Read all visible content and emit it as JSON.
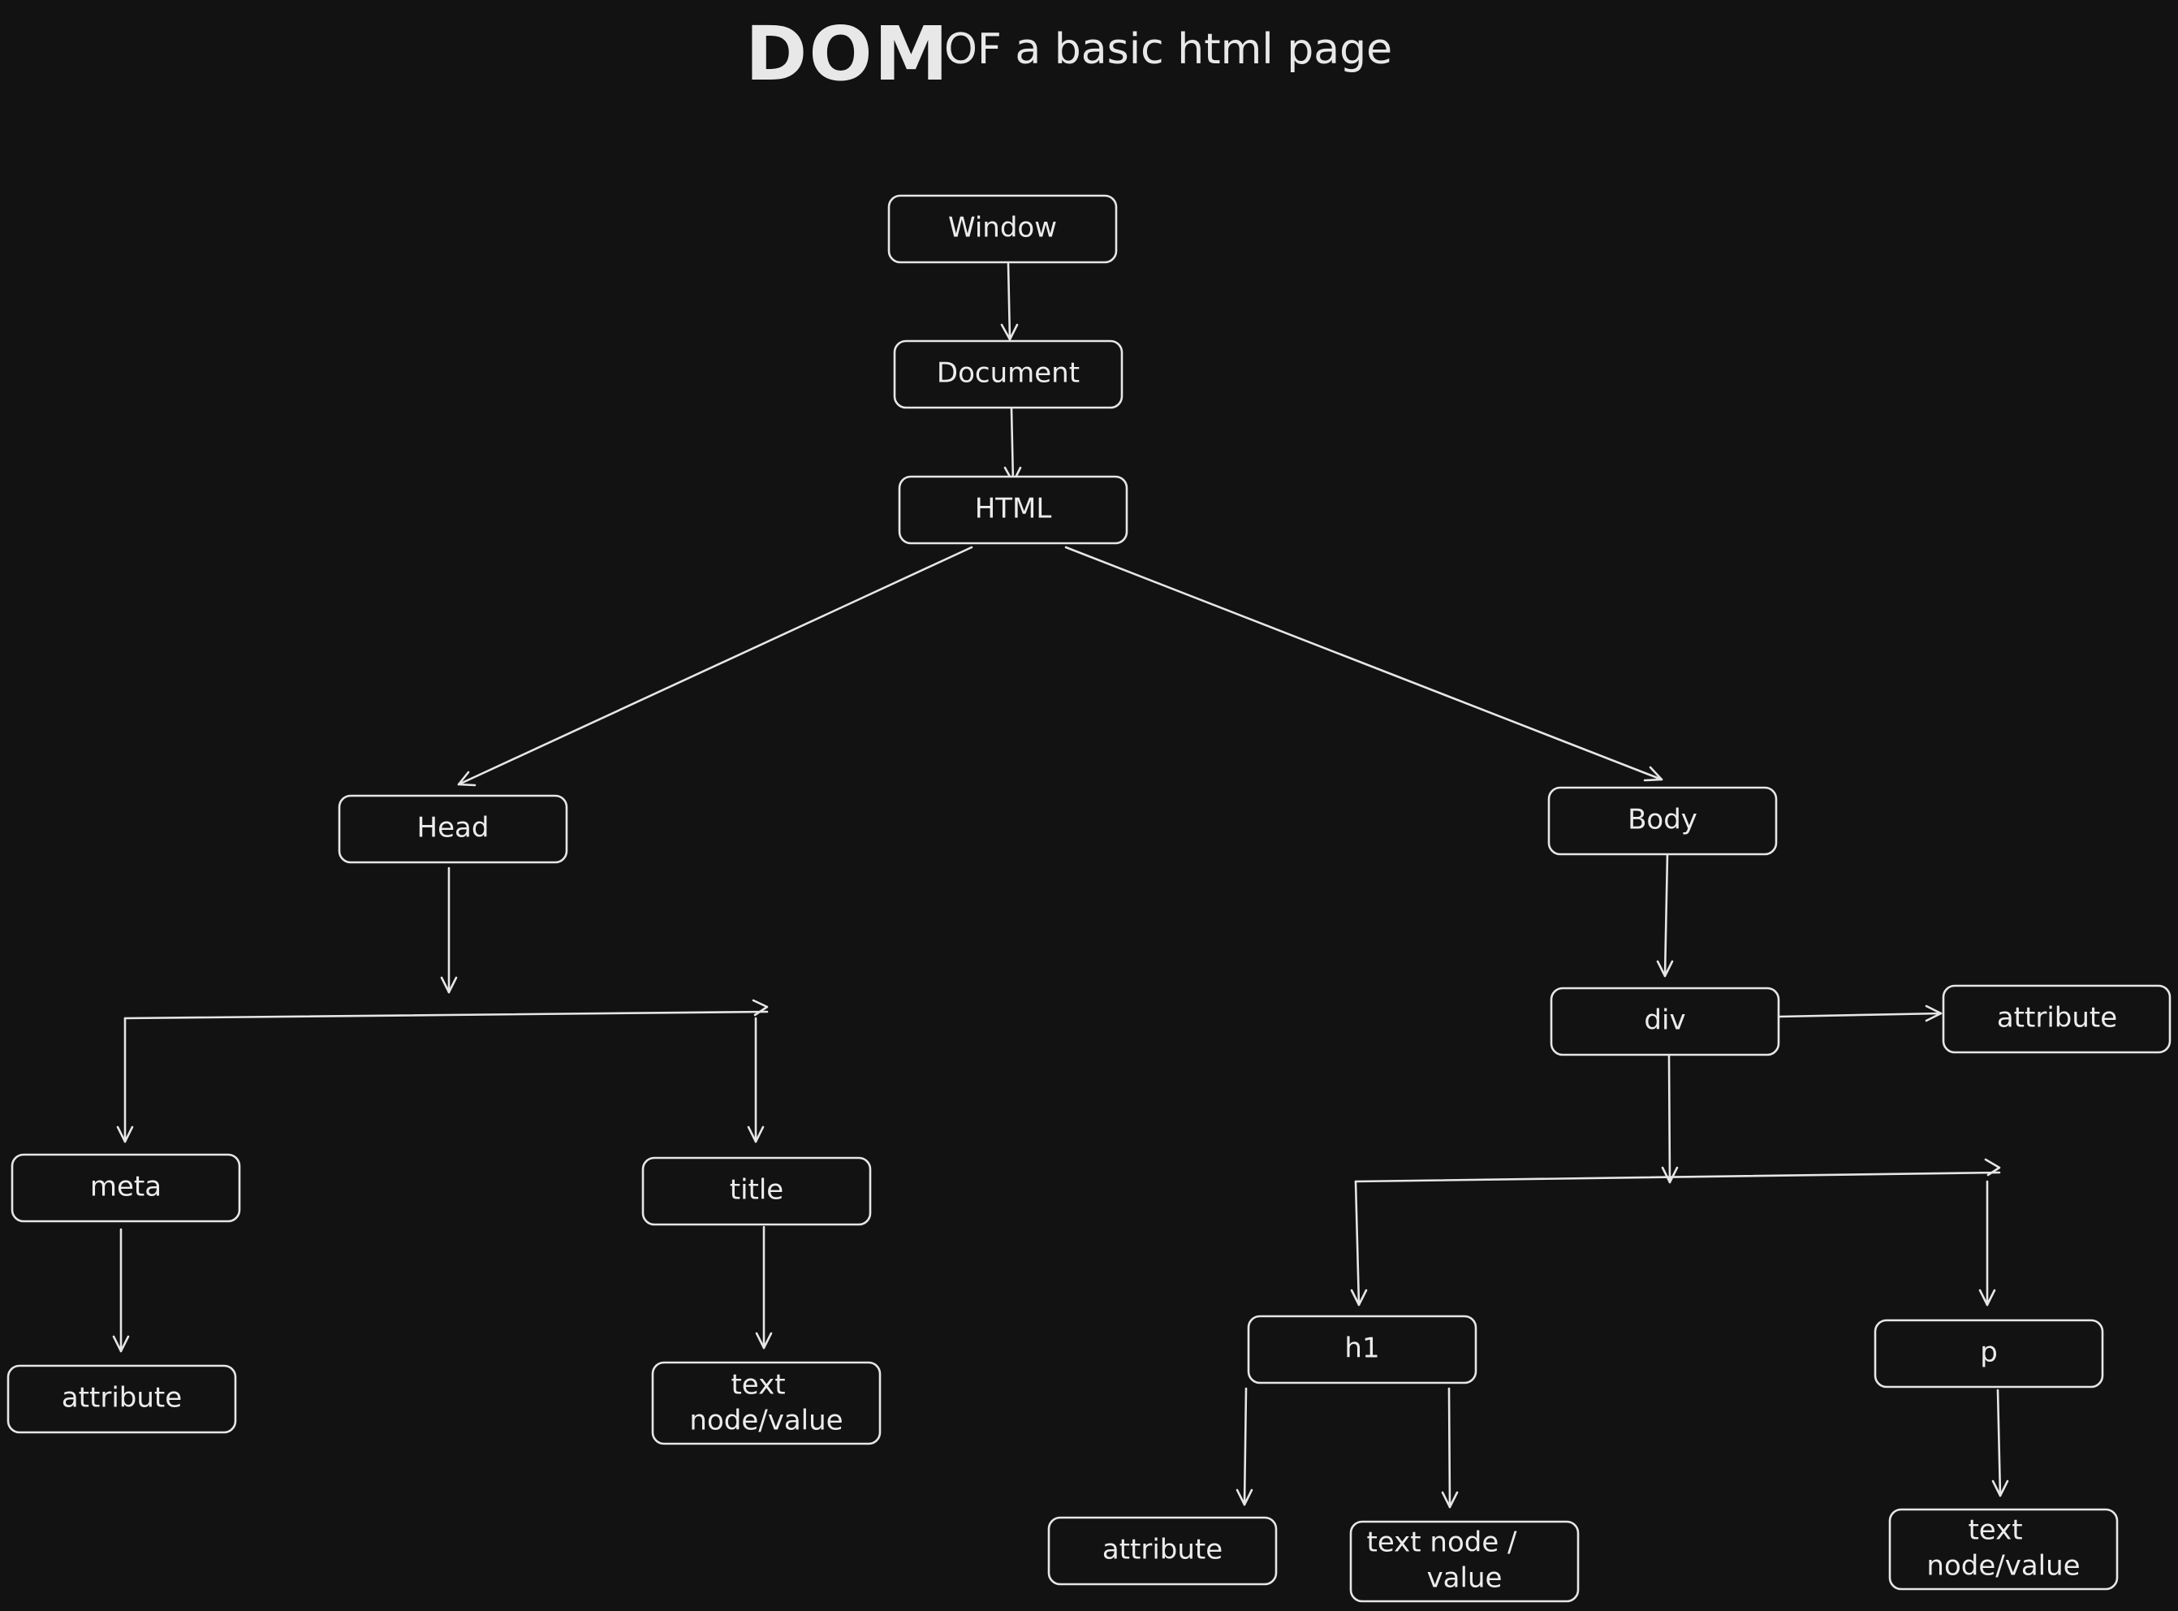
{
  "title": {
    "main": "DOM",
    "sub": "OF a basic html page"
  },
  "nodes": {
    "window": "Window",
    "document": "Document",
    "html": "HTML",
    "head": "Head",
    "body": "Body",
    "meta": "meta",
    "title": "title",
    "meta_attribute": "attribute",
    "title_text": [
      "text",
      "node/value"
    ],
    "div": "div",
    "div_attribute": "attribute",
    "h1": "h1",
    "p": "p",
    "h1_attribute": "attribute",
    "h1_text": [
      "text node /",
      "value"
    ],
    "p_text": [
      "text",
      "node/value"
    ]
  },
  "colors": {
    "background": "#121212",
    "stroke": "#e6e6e6",
    "text": "#ececec"
  }
}
